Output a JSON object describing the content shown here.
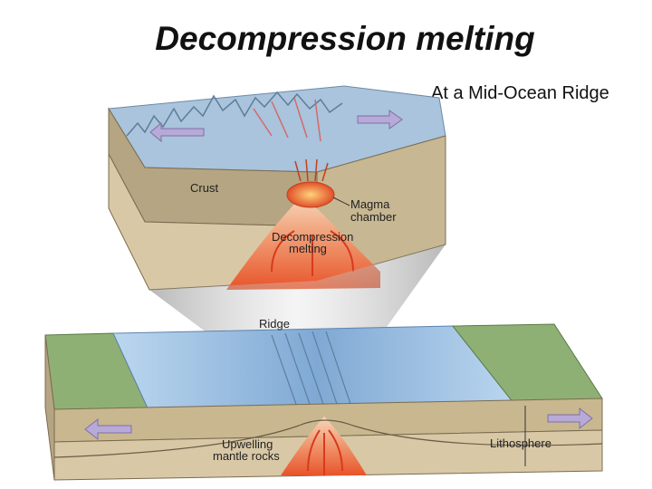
{
  "slide": {
    "title": "Decompression melting",
    "subtitle": "At a Mid-Ocean Ridge"
  },
  "diagram": {
    "labels": {
      "crust": "Crust",
      "magma1": "Magma",
      "magma2": "chamber",
      "decomp1": "Decompression",
      "decomp2": "melting",
      "ridge": "Ridge",
      "upwelling1": "Upwelling",
      "upwelling2": "mantle rocks",
      "lithosphere": "Lithosphere"
    },
    "colors": {
      "ice_top": "#a9c4dc",
      "crust": "#b5a582",
      "mantle": "#d8c8a6",
      "melt": "#e8542a",
      "ocean": "#8fb8de",
      "land": "#8fb074",
      "arrow": "#b7a9d8"
    }
  }
}
